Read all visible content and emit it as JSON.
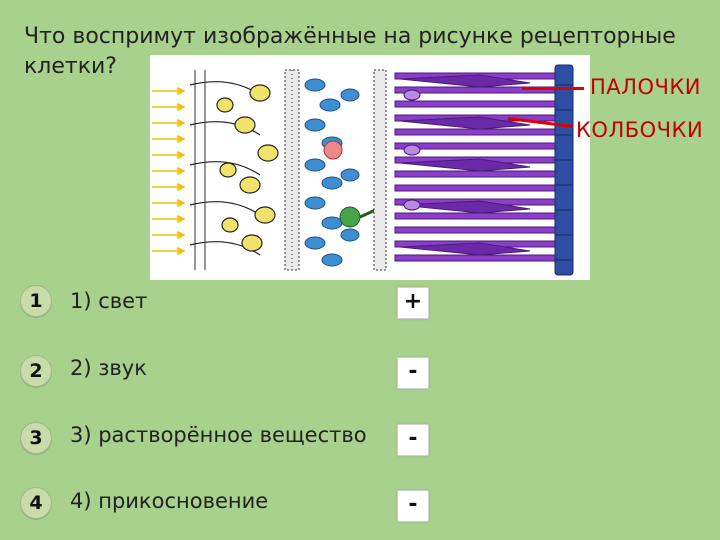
{
  "question": "Что воспримут изображённые на рисунке рецепторные клетки?",
  "labels": {
    "rods": "ПАЛОЧКИ",
    "cones": "КОЛБОЧКИ"
  },
  "options": [
    {
      "badge": "1",
      "text": "1) свет",
      "mark": "+"
    },
    {
      "badge": "2",
      "text": "2) звук",
      "mark": "-"
    },
    {
      "badge": "3",
      "text": "3) растворённое вещество",
      "mark": "-"
    },
    {
      "badge": "4",
      "text": "4) прикосновение",
      "mark": "-"
    }
  ],
  "colors": {
    "background": "#a9d18e",
    "pointer": "#e00000",
    "label": "#c00000",
    "bipolar_cells": "#3d8fd1",
    "rod_cells": "#8b3fc9",
    "ganglion_cells": "#f1e36a",
    "outer_layer": "#2d4ea3"
  }
}
